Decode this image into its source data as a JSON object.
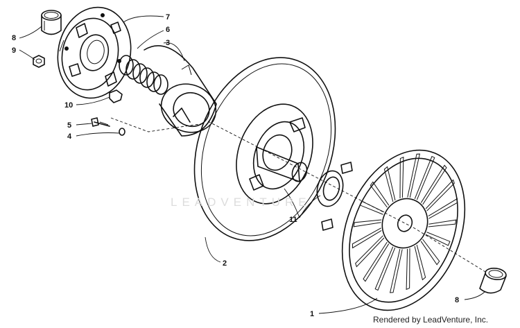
{
  "callouts": [
    "1",
    "2",
    "3",
    "4",
    "5",
    "6",
    "7",
    "8",
    "9",
    "10",
    "11",
    "8"
  ],
  "watermark": "LEADVENTURE",
  "credit": "Rendered by LeadVenture, Inc."
}
